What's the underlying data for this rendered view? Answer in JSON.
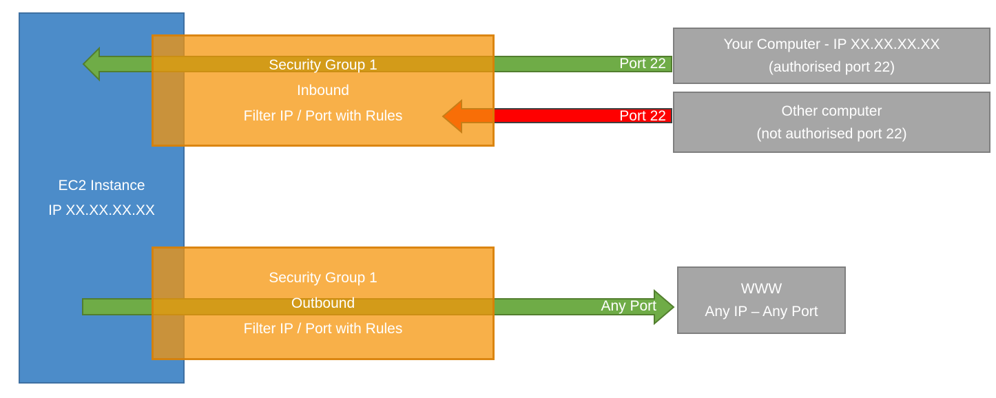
{
  "diagram": {
    "ec2_instance": {
      "title": "EC2 Instance",
      "ip": "IP XX.XX.XX.XX"
    },
    "inbound_group": {
      "name": "Security Group 1",
      "direction": "Inbound",
      "rule": "Filter IP / Port with Rules"
    },
    "outbound_group": {
      "name": "Security Group 1",
      "direction": "Outbound",
      "rule": "Filter IP / Port with Rules"
    },
    "your_computer": {
      "title": "Your Computer - IP XX.XX.XX.XX",
      "subtitle": "(authorised port 22)"
    },
    "other_computer": {
      "title": "Other computer",
      "subtitle": "(not authorised port 22)"
    },
    "www": {
      "title": "WWW",
      "subtitle": "Any IP – Any Port"
    },
    "arrows": {
      "inbound_allowed_label": "Port 22",
      "inbound_blocked_label": "Port 22",
      "outbound_label": "Any Port"
    },
    "colors": {
      "ec2_blue": "#4C8CC9",
      "security_group_orange": "#F6940A",
      "allowed_green": "#6FAC47",
      "blocked_red": "#FE0000",
      "endpoint_gray": "#A6A6A6"
    }
  }
}
